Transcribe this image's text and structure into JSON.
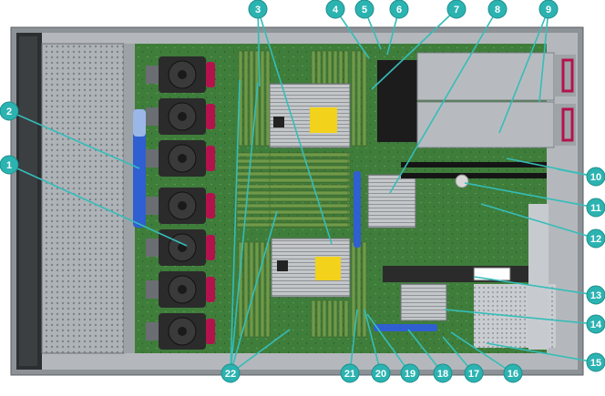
{
  "diagram": {
    "callouts": [
      {
        "label": "1"
      },
      {
        "label": "2"
      },
      {
        "label": "3"
      },
      {
        "label": "4"
      },
      {
        "label": "5"
      },
      {
        "label": "6"
      },
      {
        "label": "7"
      },
      {
        "label": "8"
      },
      {
        "label": "9"
      },
      {
        "label": "10"
      },
      {
        "label": "11"
      },
      {
        "label": "12"
      },
      {
        "label": "13"
      },
      {
        "label": "14"
      },
      {
        "label": "15"
      },
      {
        "label": "16"
      },
      {
        "label": "17"
      },
      {
        "label": "18"
      },
      {
        "label": "19"
      },
      {
        "label": "20"
      },
      {
        "label": "21"
      },
      {
        "label": "22"
      }
    ]
  },
  "colors": {
    "callout": "#2bb3b1",
    "leader": "#35bdb9",
    "chassis": "#a9aeb3",
    "board": "#3d7a3a",
    "fan": "#2b2b2b",
    "fan_latch": "#b3134d",
    "dimm": "#6f9a48",
    "heatsink": "#c7c9cb",
    "riser_blue": "#2f5fd0"
  }
}
